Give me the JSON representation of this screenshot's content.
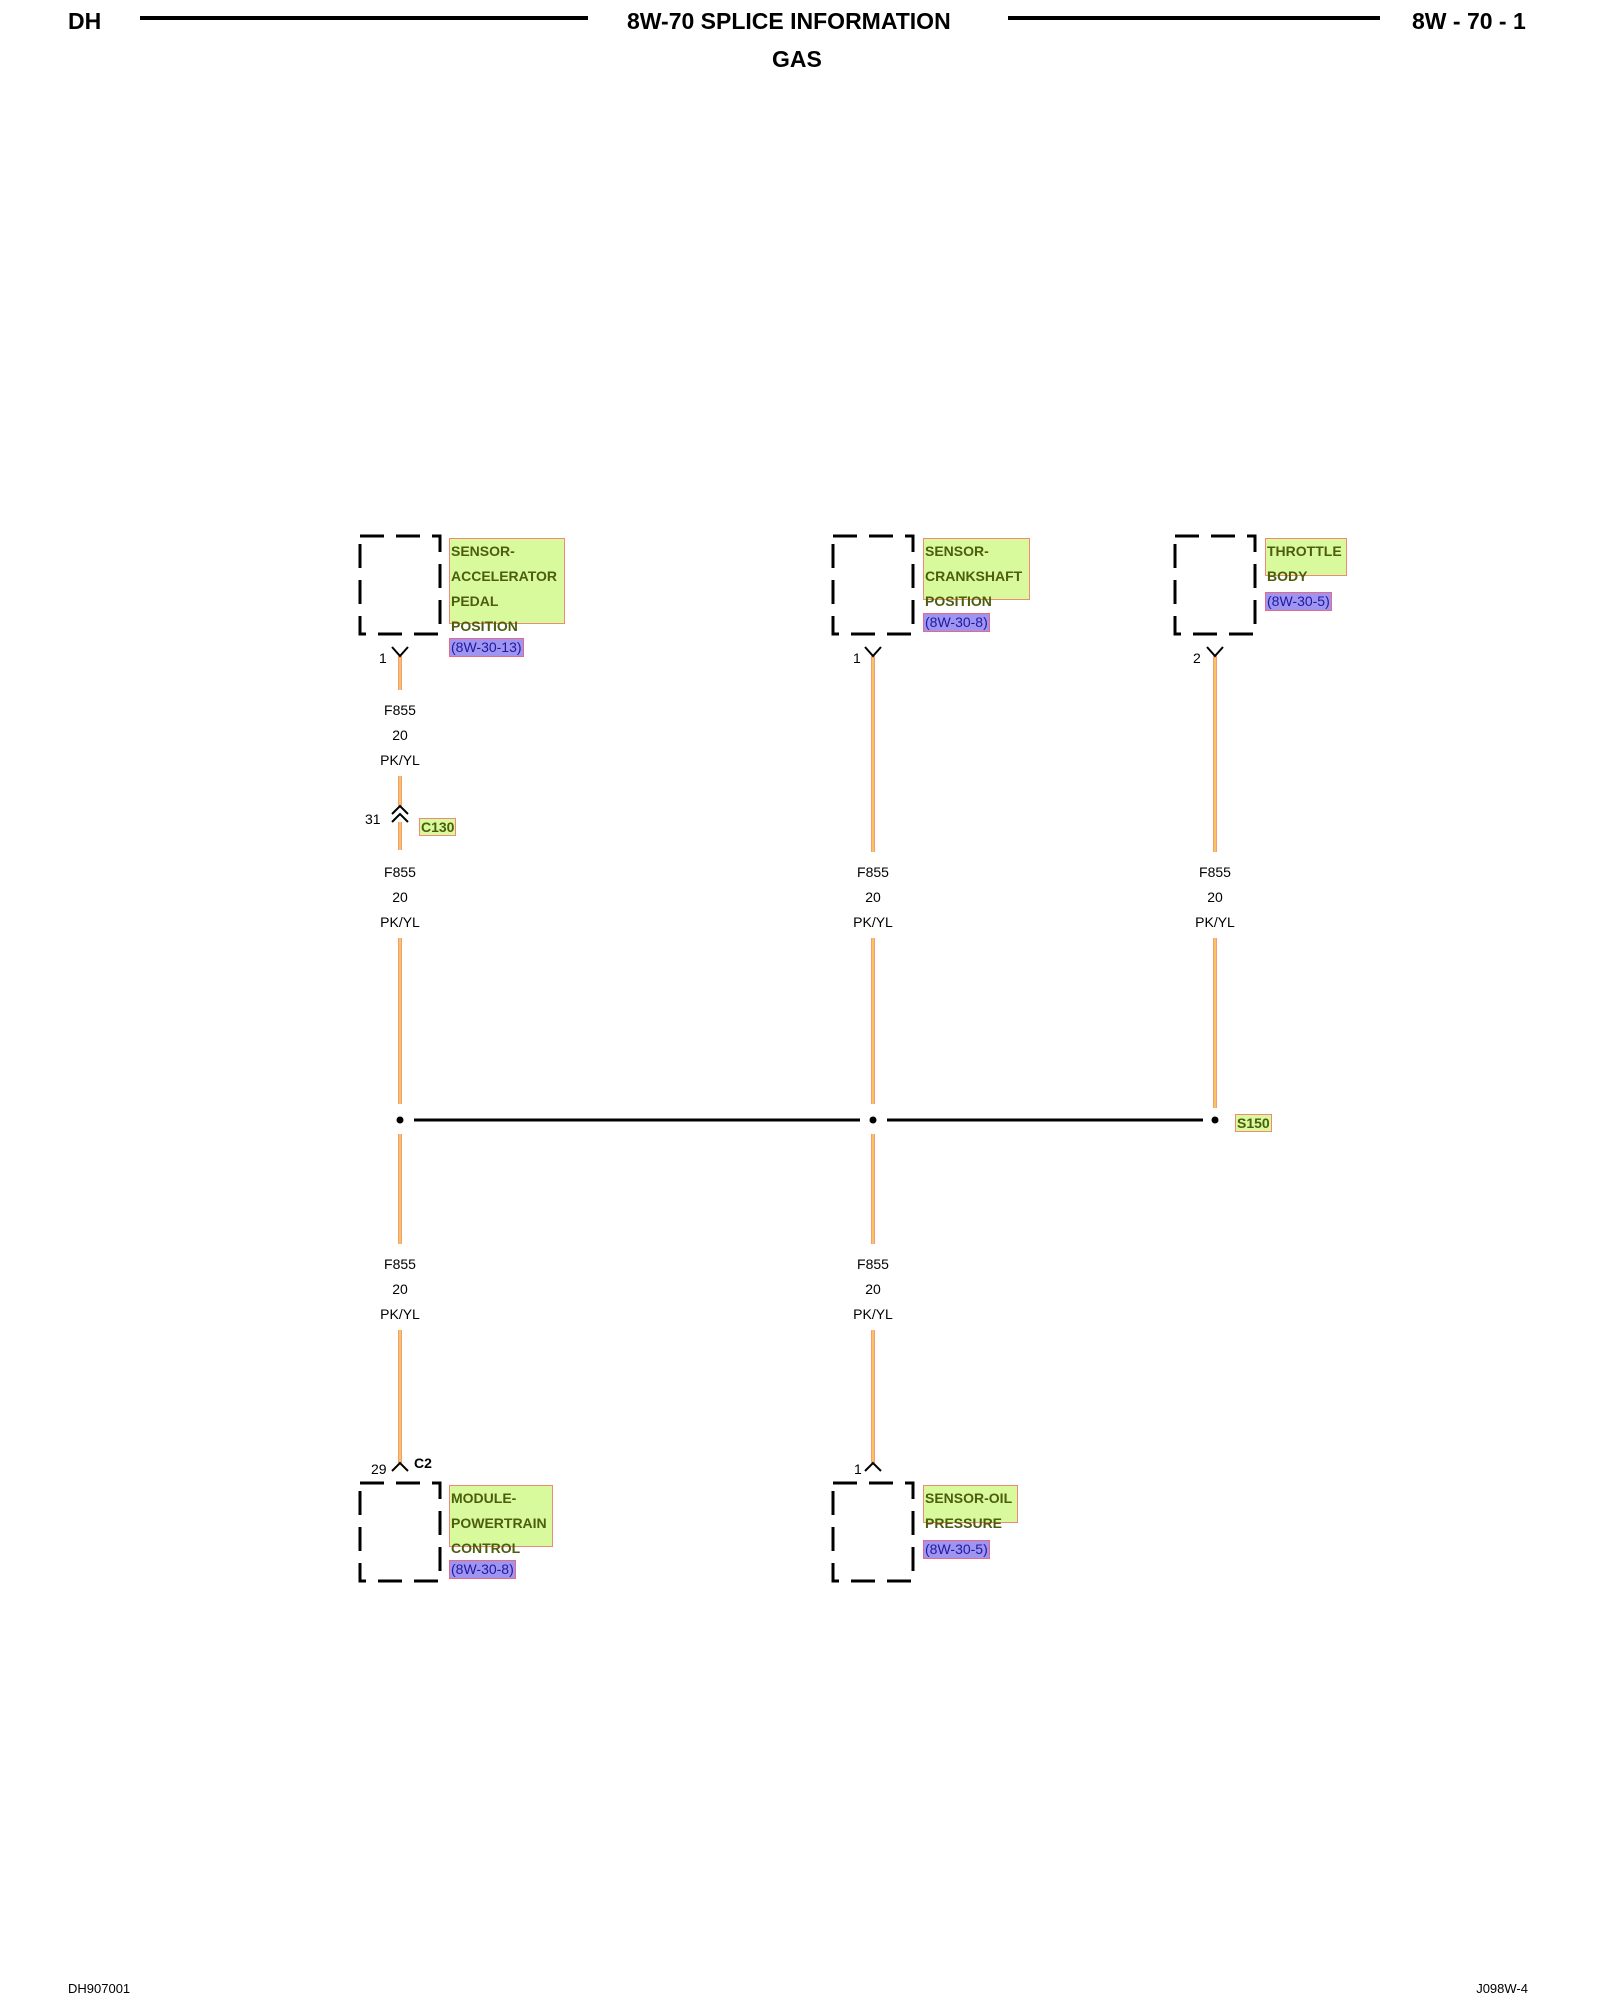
{
  "header": {
    "left": "DH",
    "title": "8W-70 SPLICE INFORMATION",
    "subtitle": "GAS",
    "right": "8W - 70 - 1"
  },
  "footer": {
    "left": "DH907001",
    "right": "J098W-4"
  },
  "colors": {
    "wire_outer": "#f59a7c",
    "wire_inner": "#f7e24a",
    "component_fill": "#d9f99d",
    "component_border": "#f08a78",
    "ref_fill": "#9f95f0",
    "ref_text": "#1d1aa0"
  },
  "wire": {
    "circuit": "F855",
    "gauge": "20",
    "color": "PK/YL"
  },
  "components": {
    "app_sensor": {
      "lines": [
        "SENSOR-",
        "ACCELERATOR",
        "PEDAL",
        "POSITION"
      ],
      "ref": "(8W-30-13)",
      "pin": "1"
    },
    "ckp_sensor": {
      "lines": [
        "SENSOR-",
        "CRANKSHAFT",
        "POSITION"
      ],
      "ref": "(8W-30-8)",
      "pin": "1"
    },
    "throttle_body": {
      "lines": [
        "THROTTLE",
        "BODY"
      ],
      "ref": "(8W-30-5)",
      "pin": "2"
    },
    "pcm": {
      "lines": [
        "MODULE-",
        "POWERTRAIN",
        "CONTROL"
      ],
      "ref": "(8W-30-8)",
      "pin": "29",
      "connector": "C2"
    },
    "oil_sensor": {
      "lines": [
        "SENSOR-OIL",
        "PRESSURE"
      ],
      "ref": "(8W-30-5)",
      "pin": "1"
    }
  },
  "inline_connector": {
    "name": "C130",
    "pin": "31"
  },
  "splice": {
    "name": "S150"
  }
}
